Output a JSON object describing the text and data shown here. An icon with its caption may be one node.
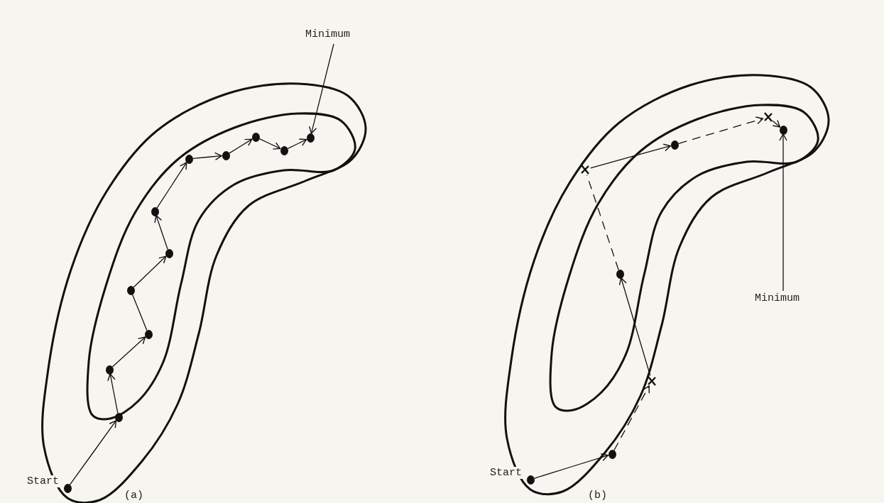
{
  "diagram": {
    "nodes": [
      {
        "text": [
          "Minimum"
        ]
      },
      {
        "text": [],
        "shape": "circle",
        "beside": [
          "Start"
        ]
      },
      {
        "text": [],
        "shape": "circle"
      },
      {
        "text": [],
        "shape": "circle"
      },
      {
        "text": [],
        "shape": "circle"
      },
      {
        "text": [],
        "shape": "circle"
      },
      {
        "text": [],
        "shape": "circle"
      },
      {
        "text": [],
        "shape": "circle"
      },
      {
        "text": [],
        "shape": "circle"
      },
      {
        "text": [],
        "shape": "circle"
      },
      {
        "text": [],
        "shape": "circle"
      },
      {
        "text": [],
        "shape": "circle"
      },
      {
        "text": [],
        "shape": "circle"
      },
      {
        "text": [],
        "shape": "circle",
        "beside": [
          "Start"
        ]
      },
      {
        "text": [],
        "shape": "circle"
      },
      {
        "text": [],
        "shape": "cross"
      },
      {
        "text": [],
        "shape": "circle"
      },
      {
        "text": [],
        "shape": "cross"
      },
      {
        "text": [],
        "shape": "circle"
      },
      {
        "text": [],
        "shape": "cross"
      },
      {
        "text": [],
        "shape": "circle"
      },
      {
        "text": [
          "Minimum"
        ]
      }
    ],
    "edges": [
      {
        "from": 1,
        "to": 2,
        "arrow": "to"
      },
      {
        "from": 2,
        "to": 3,
        "arrow": "to"
      },
      {
        "from": 3,
        "to": 4,
        "arrow": "to"
      },
      {
        "from": 4,
        "to": 5,
        "arrow": "none"
      },
      {
        "from": 5,
        "to": 6,
        "arrow": "to"
      },
      {
        "from": 6,
        "to": 7,
        "arrow": "to"
      },
      {
        "from": 7,
        "to": 8,
        "arrow": "to"
      },
      {
        "from": 8,
        "to": 9,
        "arrow": "to"
      },
      {
        "from": 9,
        "to": 10,
        "arrow": "to"
      },
      {
        "from": 10,
        "to": 11,
        "arrow": "to"
      },
      {
        "from": 11,
        "to": 12,
        "arrow": "to"
      },
      {
        "from": 0,
        "to": 12,
        "arrow": "to"
      },
      {
        "from": 13,
        "to": 14,
        "arrow": "to"
      },
      {
        "from": 14,
        "to": 15,
        "arrow": "to",
        "style": "dashed"
      },
      {
        "from": 15,
        "to": 16,
        "arrow": "to"
      },
      {
        "from": 16,
        "to": 17,
        "arrow": "none",
        "style": "dashed"
      },
      {
        "from": 17,
        "to": 18,
        "arrow": "to"
      },
      {
        "from": 18,
        "to": 19,
        "arrow": "to",
        "style": "dashed"
      },
      {
        "from": 19,
        "to": 20,
        "arrow": "to"
      },
      {
        "from": 21,
        "to": 20,
        "arrow": "to"
      }
    ],
    "labels": [
      "(a)",
      "(b)"
    ]
  }
}
